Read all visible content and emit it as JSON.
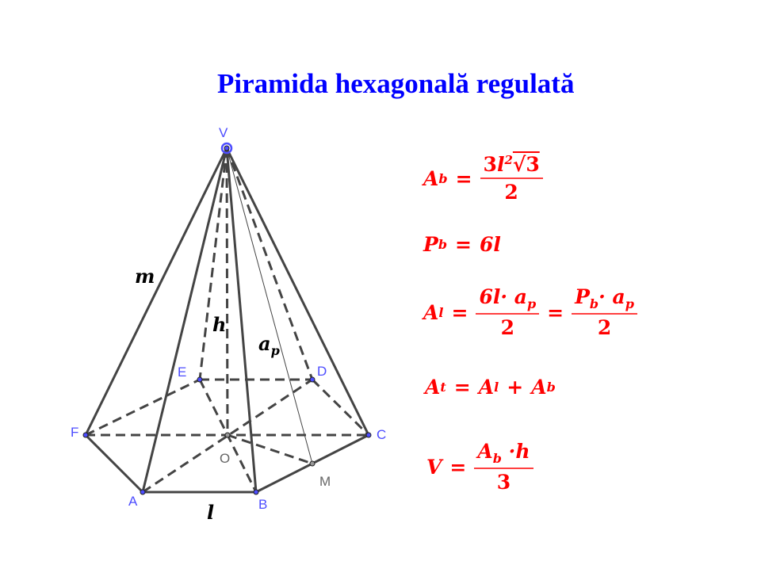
{
  "title": "Piramida hexagonală regulată",
  "points": {
    "V": "V",
    "A": "A",
    "B": "B",
    "C": "C",
    "D": "D",
    "E": "E",
    "F": "F",
    "O": "O",
    "M": "M"
  },
  "segments": {
    "m": "m",
    "h": "h",
    "l": "l",
    "a": "a",
    "p": "p"
  },
  "formulas": {
    "ab": {
      "lhs": "A",
      "lsub": "b",
      "eq": "=",
      "num_a": "3",
      "num_l": "l",
      "num_sup": "2",
      "num_sqrt": "√3",
      "den": "2"
    },
    "pb": {
      "lhs": "P",
      "lsub": "b",
      "eq": "=",
      "rhs": "6l"
    },
    "al": {
      "lhs": "A",
      "lsub": "l",
      "eq": "=",
      "num1": "6l·",
      "num1_a": "a",
      "num1_sub": "p",
      "den1": "2",
      "eq2": "=",
      "num2": "P",
      "num2_sub": "b",
      "num2_dot": "·",
      "num2_a": "a",
      "num2_asub": "p",
      "den2": "2"
    },
    "at": {
      "lhs": "A",
      "lsub": "t",
      "eq": "=",
      "r1": "A",
      "r1sub": "l",
      "plus": "+",
      "r2": "A",
      "r2sub": "b"
    },
    "v": {
      "lhs": "V",
      "eq": "=",
      "num": "A",
      "num_sub": "b",
      "num_dot": "·",
      "num_h": "h",
      "den": "3"
    }
  },
  "colors": {
    "title": "#0000ff",
    "formula": "#ff0000",
    "edge": "#444444",
    "point": "#4d4dff"
  }
}
